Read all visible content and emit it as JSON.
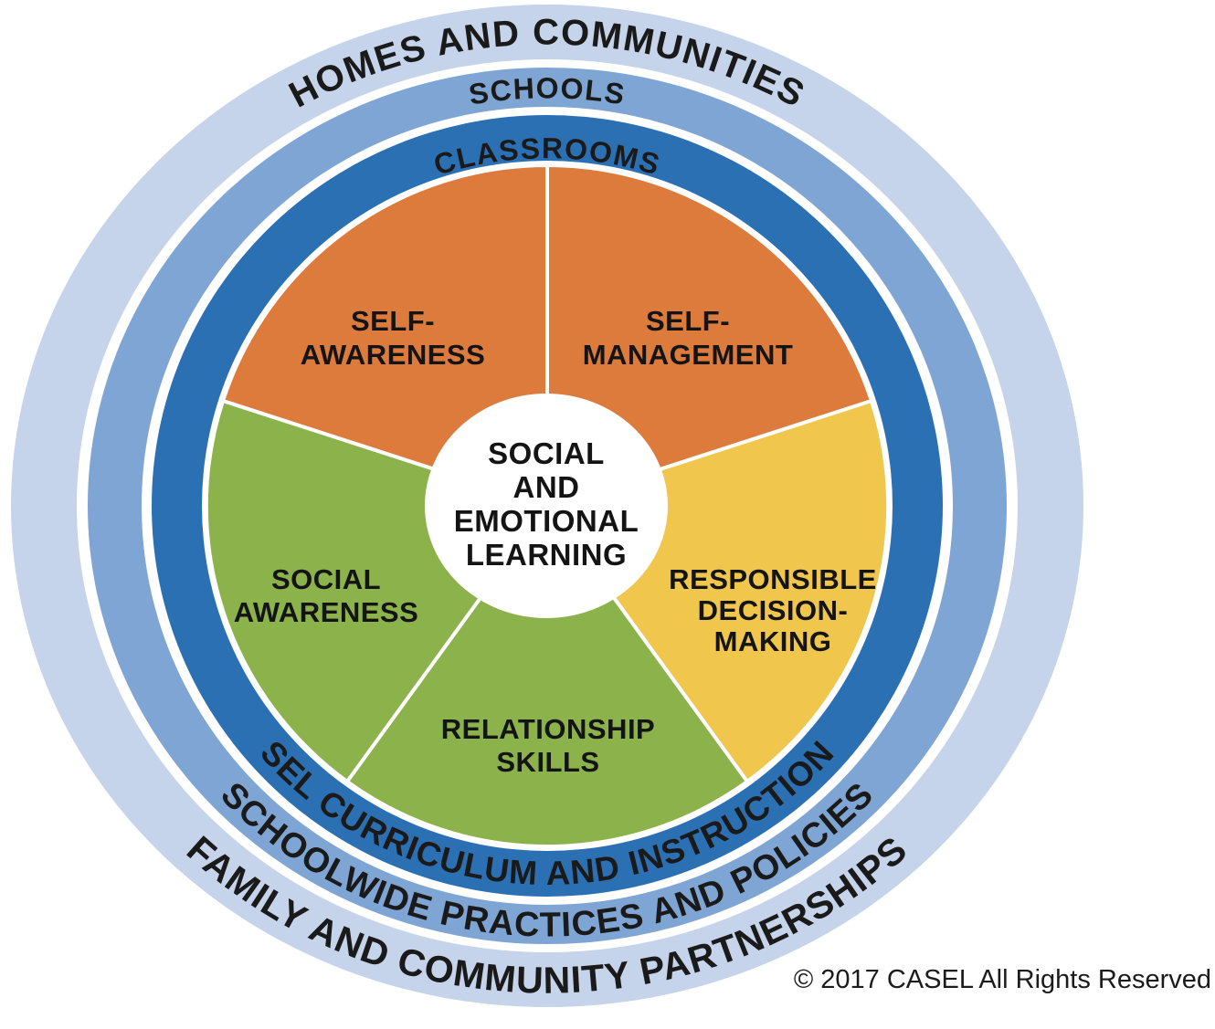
{
  "colors": {
    "background": "#ffffff",
    "wedge_orange": "#dd7b3c",
    "wedge_yellow": "#f0c64d",
    "wedge_green": "#8cb24b",
    "ring_classrooms_blue": "#2c70b4",
    "ring_schools_blue": "#7fa5d4",
    "ring_homes_blue": "#c5d4ea",
    "divider_white": "#ffffff",
    "label_text": "#1a1a1a"
  },
  "center": {
    "lines": [
      "SOCIAL",
      "AND",
      "EMOTIONAL",
      "LEARNING"
    ]
  },
  "wedges": {
    "self_awareness": {
      "label_lines": [
        "SELF-",
        "AWARENESS"
      ]
    },
    "self_management": {
      "label_lines": [
        "SELF-",
        "MANAGEMENT"
      ]
    },
    "responsible_decision_making": {
      "label_lines": [
        "RESPONSIBLE",
        "DECISION-",
        "MAKING"
      ]
    },
    "relationship_skills": {
      "label_lines": [
        "RELATIONSHIP",
        "SKILLS"
      ]
    },
    "social_awareness": {
      "label_lines": [
        "SOCIAL",
        "AWARENESS"
      ]
    }
  },
  "rings": {
    "classrooms": {
      "top_label": "CLASSROOMS",
      "bottom_label": "SEL CURRICULUM AND INSTRUCTION"
    },
    "schools": {
      "top_label": "SCHOOLS",
      "bottom_label": "SCHOOLWIDE PRACTICES AND POLICIES"
    },
    "homes_and_communities": {
      "top_label": "HOMES AND COMMUNITIES",
      "bottom_label": "FAMILY AND COMMUNITY PARTNERSHIPS"
    }
  },
  "footer": {
    "copyright": "© 2017 CASEL All Rights Reserved"
  }
}
